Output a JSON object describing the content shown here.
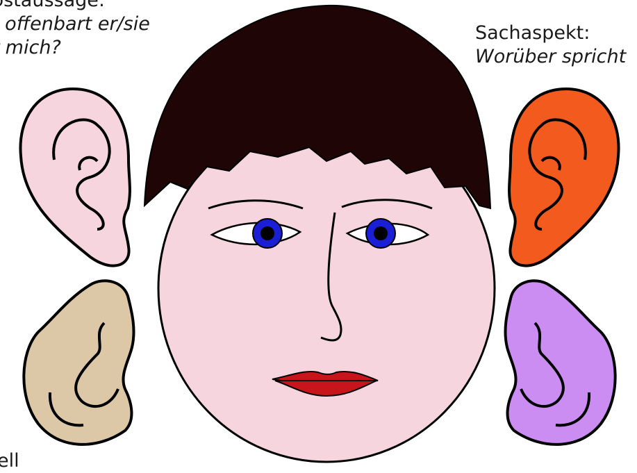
{
  "labels": {
    "self_disclosure_title": "bstaussage:",
    "self_disclosure_q1": "t offenbart er/sie",
    "self_disclosure_q2": "r mich?",
    "factual_title": "Sachaspekt:",
    "factual_q": "Worüber spricht",
    "bottom_left_cut": "ell"
  },
  "colors": {
    "skin": "#f7d5df",
    "hair": "#1f0505",
    "ear_top_left": "#f7d5df",
    "ear_bottom_left": "#dcc7a7",
    "ear_top_right": "#f25a1e",
    "ear_bottom_right": "#cc8df2",
    "iris": "#1a1fd6",
    "lips": "#c8141b",
    "outline": "#000000"
  }
}
